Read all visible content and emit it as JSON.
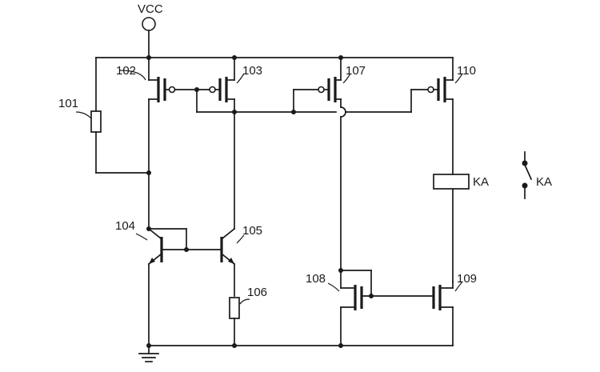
{
  "diagram": {
    "supply_label": "VCC",
    "components": {
      "r101": "101",
      "p102": "102",
      "p103": "103",
      "q104": "104",
      "q105": "105",
      "r106": "106",
      "p107": "107",
      "n108": "108",
      "n109": "109",
      "p110": "110"
    },
    "relay_coil_label": "KA",
    "relay_contact_label": "KA"
  }
}
